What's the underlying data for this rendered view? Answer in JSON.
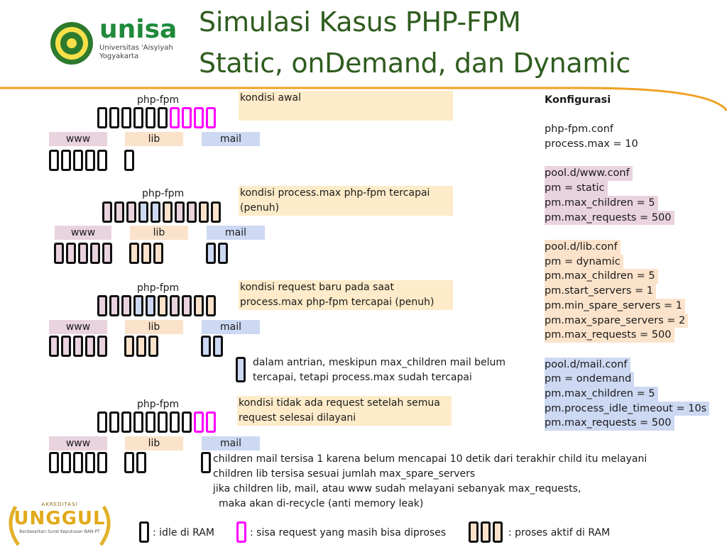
{
  "header": {
    "title_line1": "Simulasi Kasus PHP-FPM",
    "title_line2": "Static, onDemand, dan Dynamic",
    "logo_text": "unisa",
    "logo_sub1": "Universitas 'Aisyiyah",
    "logo_sub2": "Yogyakarta"
  },
  "colors": {
    "www": "#e9d3df",
    "lib": "#fbe3cb",
    "mail": "#cdd9f3",
    "note": "#fdebc9",
    "idle": "#111111",
    "pending": "#ff00ff",
    "brand_green": "#2f5c1e",
    "orange": "#f0a020"
  },
  "scenarios": [
    {
      "fpm_label": "php-fpm",
      "note_html_parts": [
        "kondisi awal"
      ],
      "note": "kondisi awal",
      "pools": [
        "www",
        "lib",
        "mail"
      ]
    },
    {
      "fpm_label": "php-fpm",
      "note": "kondisi process.max php-fpm tercapai (penuh)",
      "pools": [
        "www",
        "lib",
        "mail"
      ]
    },
    {
      "fpm_label": "php-fpm",
      "note": "kondisi request baru pada saat process.max php-fpm tercapai (penuh)",
      "pools": [
        "www",
        "lib",
        "mail"
      ],
      "queue_note_line1": "dalam antrian, meskipun max_children mail belum",
      "queue_note_line2": "tercapai, tetapi process.max sudah tercapai"
    },
    {
      "fpm_label": "php-fpm",
      "note": "kondisi tidak ada request setelah semua request selesai dilayani",
      "pools": [
        "www",
        "lib",
        "mail"
      ]
    }
  ],
  "config": {
    "heading": "Konfigurasi",
    "fpm": [
      "php-fpm.conf",
      "process.max = 10"
    ],
    "www": [
      "pool.d/www.conf",
      "pm = static",
      "pm.max_children = 5",
      "pm.max_requests = 500"
    ],
    "lib": [
      "pool.d/lib.conf",
      "pm = dynamic",
      "pm.max_children = 5",
      "pm.start_servers = 1",
      "pm.min_spare_servers = 1",
      "pm.max_spare_servers = 2",
      "pm.max_requests = 500"
    ],
    "mail": [
      "pool.d/mail.conf",
      "pm = ondemand",
      "pm.max_children = 5",
      "pm.process_idle_timeout = 10s",
      "pm.max_requests = 500"
    ]
  },
  "footer": {
    "line1": "children mail tersisa 1 karena belum mencapai 10 detik dari terakhir child itu melayani",
    "line2": "children lib tersisa sesuai jumlah max_spare_servers",
    "line3": "jika children lib, mail, atau www sudah melayani sebanyak max_requests,",
    "line4": "maka akan di-recycle (anti memory leak)"
  },
  "legend": {
    "idle": ": idle di RAM",
    "pending": ": sisa request yang masih bisa diproses",
    "active": ": proses aktif di RAM"
  },
  "badge": {
    "top": "AKREDITASI",
    "main": "UNGGUL",
    "sub": "Berdasarkan Surat Keputusan BAN-PT"
  }
}
